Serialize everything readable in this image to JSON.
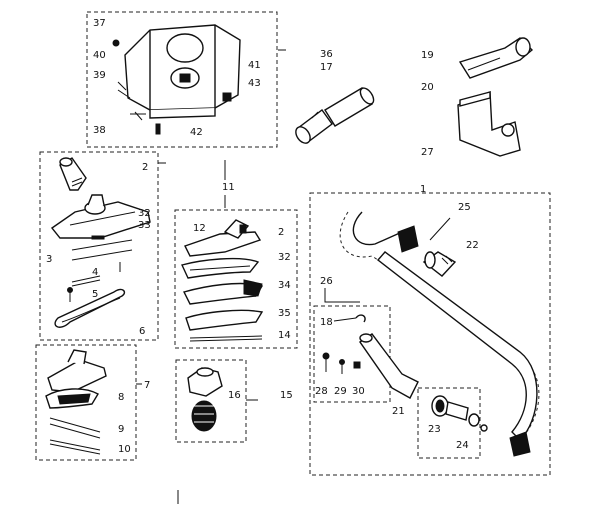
{
  "diagram": {
    "groups": [
      {
        "name": "attachment-kit-box",
        "labels": [
          "37",
          "40",
          "39",
          "38",
          "42",
          "41",
          "43"
        ]
      },
      {
        "name": "crevice-nozzle-box",
        "labels": [
          "2",
          "32",
          "33",
          "3",
          "4",
          "5",
          "6"
        ]
      },
      {
        "name": "floor-brush-box",
        "labels": [
          "12",
          "2",
          "32",
          "34",
          "35",
          "14"
        ]
      },
      {
        "name": "upholstery-tool-box",
        "labels": [
          "8",
          "9",
          "10"
        ]
      },
      {
        "name": "dusting-brush-box",
        "labels": [
          "16"
        ]
      },
      {
        "name": "hose-assembly-box",
        "labels": [
          "25",
          "22",
          "26",
          "18",
          "28",
          "29",
          "30",
          "21",
          "23",
          "24"
        ]
      }
    ],
    "labels": {
      "l37": "37",
      "l40": "40",
      "l39": "39",
      "l38": "38",
      "l42": "42",
      "l41": "41",
      "l43": "43",
      "l36": "36",
      "l17": "17",
      "l19": "19",
      "l20": "20",
      "l27": "27",
      "l2a": "2",
      "l11": "11",
      "l32a": "32",
      "l33": "33",
      "l3": "3",
      "l4": "4",
      "l5": "5",
      "l6": "6",
      "l12": "12",
      "l2b": "2",
      "l32b": "32",
      "l34": "34",
      "l35": "35",
      "l14": "14",
      "l1": "1",
      "l25": "25",
      "l22": "22",
      "l26": "26",
      "l18": "18",
      "l28": "28",
      "l29": "29",
      "l30": "30",
      "l21": "21",
      "l23": "23",
      "l24": "24",
      "l7": "7",
      "l8": "8",
      "l9": "9",
      "l10": "10",
      "l16": "16",
      "l15": "15"
    }
  }
}
